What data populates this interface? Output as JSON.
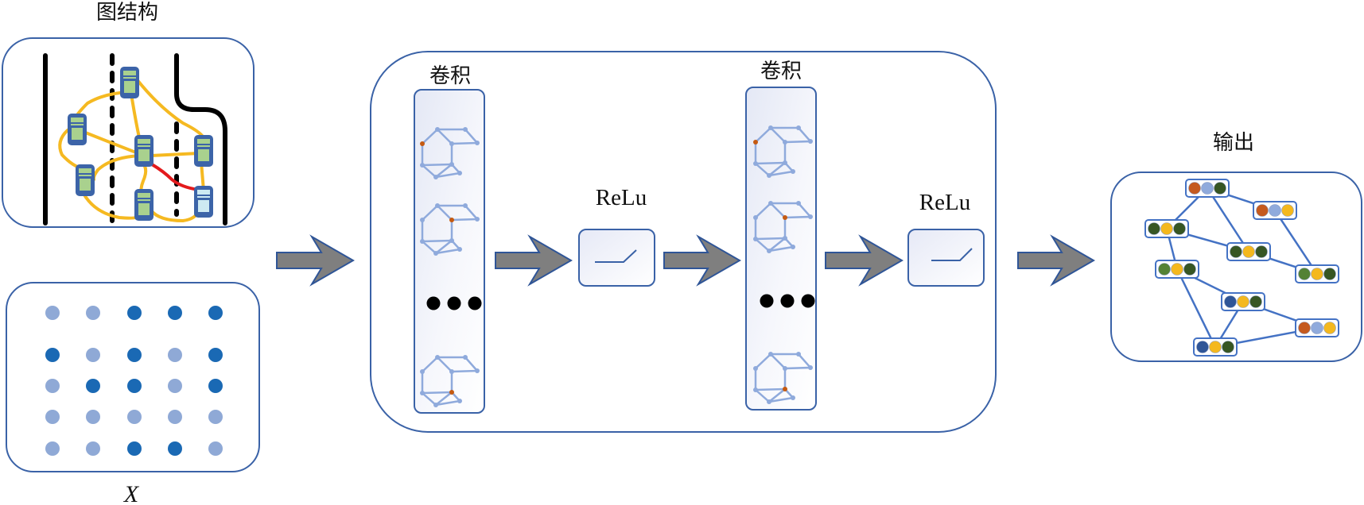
{
  "labels": {
    "graph_structure": "图结构",
    "feature_matrix": "X",
    "conv1": "卷积",
    "relu1": "ReLu",
    "conv2": "卷积",
    "relu2": "ReLu",
    "output": "输出"
  },
  "colors": {
    "frame_blue": "#3a62a7",
    "arrow_fill": "#7f7f7f",
    "arrow_stroke": "#2f5597",
    "road_black": "#000000",
    "edge_yellow": "#f5b921",
    "edge_red": "#e31a1c",
    "vehicle_blue": "#3c64a8",
    "vehicle_green": "#a9d18e",
    "vehicle_light": "#cdeaf2",
    "dot_light": "#8fa9d6",
    "dot_dark": "#1a69b4",
    "glyph_blue": "#8faadc",
    "glyph_highlight": "#c55a11",
    "feat_orange": "#c55a1f",
    "feat_lightblue": "#8faadc",
    "feat_darkgreen": "#375623",
    "feat_green": "#548235",
    "feat_yellow": "#f4b81e",
    "feat_navy": "#2f5597"
  },
  "graph_structure": {
    "vehicles": [
      {
        "id": "v1",
        "state": "normal"
      },
      {
        "id": "v2",
        "state": "normal"
      },
      {
        "id": "v3",
        "state": "normal"
      },
      {
        "id": "v4",
        "state": "normal"
      },
      {
        "id": "v5",
        "state": "normal"
      },
      {
        "id": "v6",
        "state": "normal"
      },
      {
        "id": "v7",
        "state": "highlighted"
      }
    ],
    "edges": [
      {
        "from": "v1",
        "to": "v2",
        "type": "normal"
      },
      {
        "from": "v1",
        "to": "v3",
        "type": "normal"
      },
      {
        "from": "v1",
        "to": "v4",
        "type": "normal"
      },
      {
        "from": "v2",
        "to": "v3",
        "type": "normal"
      },
      {
        "from": "v2",
        "to": "v5",
        "type": "normal"
      },
      {
        "from": "v3",
        "to": "v5",
        "type": "normal"
      },
      {
        "from": "v3",
        "to": "v4",
        "type": "normal"
      },
      {
        "from": "v3",
        "to": "v6",
        "type": "normal"
      },
      {
        "from": "v5",
        "to": "v6",
        "type": "normal"
      },
      {
        "from": "v6",
        "to": "v7",
        "type": "normal"
      },
      {
        "from": "v4",
        "to": "v7",
        "type": "normal"
      },
      {
        "from": "v3",
        "to": "v7",
        "type": "highlighted"
      }
    ]
  },
  "feature_matrix": {
    "rows": [
      [
        0,
        0,
        1,
        1,
        1
      ],
      [
        1,
        0,
        1,
        0,
        1
      ],
      [
        0,
        1,
        1,
        0,
        1
      ],
      [
        0,
        0,
        0,
        0,
        0
      ],
      [
        0,
        0,
        1,
        1,
        0
      ]
    ]
  },
  "conv_layers": [
    {
      "label_key": "conv1",
      "kernels": [
        {
          "highlight_node": 4
        },
        {
          "highlight_node": 3
        },
        {
          "ellipsis": true
        },
        {
          "highlight_node": 6
        }
      ]
    },
    {
      "label_key": "conv2",
      "kernels": [
        {
          "highlight_node": 4
        },
        {
          "highlight_node": 3
        },
        {
          "ellipsis": true
        },
        {
          "highlight_node": 6
        }
      ]
    }
  ],
  "output_graph": {
    "nodes": [
      {
        "id": "A",
        "features": [
          "orange",
          "lightblue",
          "darkgreen"
        ]
      },
      {
        "id": "B",
        "features": [
          "orange",
          "lightblue",
          "yellow"
        ]
      },
      {
        "id": "C",
        "features": [
          "darkgreen",
          "yellow",
          "darkgreen"
        ]
      },
      {
        "id": "D",
        "features": [
          "darkgreen",
          "yellow",
          "darkgreen"
        ]
      },
      {
        "id": "E",
        "features": [
          "green",
          "yellow",
          "darkgreen"
        ]
      },
      {
        "id": "F",
        "features": [
          "green",
          "yellow",
          "darkgreen"
        ]
      },
      {
        "id": "G",
        "features": [
          "navy",
          "yellow",
          "darkgreen"
        ]
      },
      {
        "id": "H",
        "features": [
          "orange",
          "lightblue",
          "yellow"
        ]
      },
      {
        "id": "I",
        "features": [
          "navy",
          "yellow",
          "darkgreen"
        ]
      }
    ],
    "edges": [
      [
        "A",
        "B"
      ],
      [
        "A",
        "C"
      ],
      [
        "A",
        "D"
      ],
      [
        "C",
        "D"
      ],
      [
        "C",
        "E"
      ],
      [
        "B",
        "F"
      ],
      [
        "D",
        "F"
      ],
      [
        "E",
        "G"
      ],
      [
        "E",
        "I"
      ],
      [
        "G",
        "I"
      ],
      [
        "G",
        "H"
      ],
      [
        "I",
        "H"
      ]
    ]
  }
}
